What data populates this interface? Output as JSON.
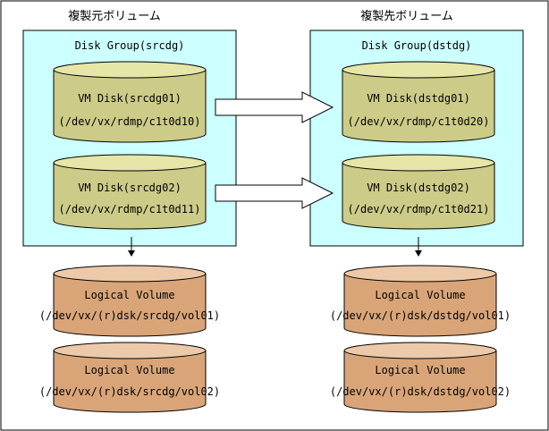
{
  "source_side": {
    "heading": "複製元ボリューム",
    "disk_group": "Disk Group(srcdg)",
    "vm_disks": [
      {
        "name": "VM Disk(srcdg01)",
        "path": "(/dev/vx/rdmp/c1t0d10)"
      },
      {
        "name": "VM Disk(srcdg02)",
        "path": "(/dev/vx/rdmp/c1t0d11)"
      }
    ],
    "logical_volumes": [
      {
        "name": "Logical Volume",
        "path": "(/dev/vx/(r)dsk/srcdg/vol01)"
      },
      {
        "name": "Logical Volume",
        "path": "(/dev/vx/(r)dsk/srcdg/vol02)"
      }
    ]
  },
  "dest_side": {
    "heading": "複製先ボリューム",
    "disk_group": "Disk Group(dstdg)",
    "vm_disks": [
      {
        "name": "VM Disk(dstdg01)",
        "path": "(/dev/vx/rdmp/c1t0d20)"
      },
      {
        "name": "VM Disk(dstdg02)",
        "path": "(/dev/vx/rdmp/c1t0d21)"
      }
    ],
    "logical_volumes": [
      {
        "name": "Logical Volume",
        "path": "(/dev/vx/(r)dsk/dstdg/vol01)"
      },
      {
        "name": "Logical Volume",
        "path": "(/dev/vx/(r)dsk/dstdg/vol02)"
      }
    ]
  },
  "colors": {
    "group_fill": "#ccffff",
    "vm_disk_fill": "#cccc88",
    "vm_disk_top": "#e6e6a8",
    "volume_fill": "#d9a578",
    "volume_top": "#ecc9a8"
  }
}
